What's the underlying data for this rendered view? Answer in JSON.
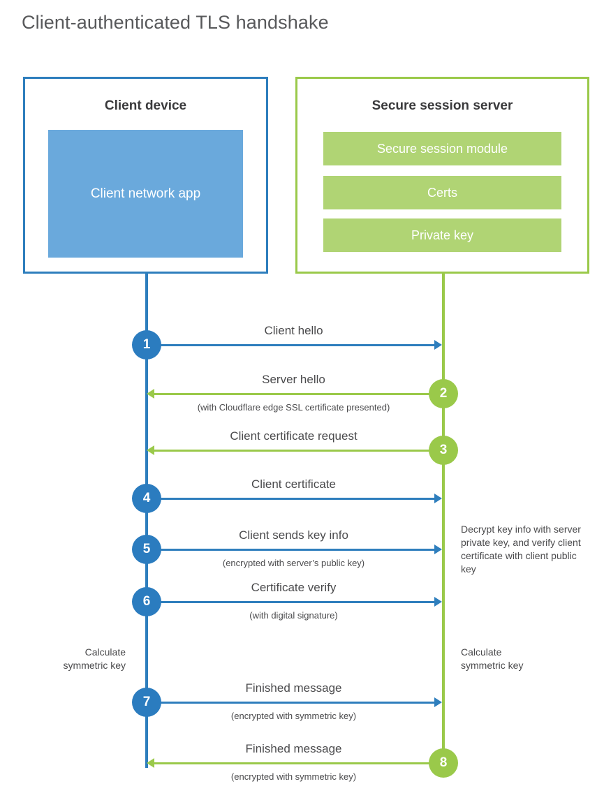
{
  "title": "Client-authenticated TLS handshake",
  "colors": {
    "client_blue": "#2e7ebd",
    "client_app_blue": "#6aa9dc",
    "badge_blue": "#2b7cbf",
    "server_green": "#9ac94a",
    "server_bar_green": "#b0d474",
    "text_grey": "#4a4a4c",
    "title_grey": "#58595b"
  },
  "client": {
    "title": "Client device",
    "app_label": "Client network app"
  },
  "server": {
    "title": "Secure session server",
    "components": [
      "Secure session module",
      "Certs",
      "Private key"
    ]
  },
  "steps": [
    {
      "number": "1",
      "label": "Client hello",
      "sublabel": "",
      "direction": "client-to-server",
      "color": "blue"
    },
    {
      "number": "2",
      "label": "Server hello",
      "sublabel": "(with Cloudflare edge SSL certificate presented)",
      "direction": "server-to-client",
      "color": "green"
    },
    {
      "number": "3",
      "label": "Client certificate request",
      "sublabel": "",
      "direction": "server-to-client",
      "color": "green"
    },
    {
      "number": "4",
      "label": "Client certificate",
      "sublabel": "",
      "direction": "client-to-server",
      "color": "blue"
    },
    {
      "number": "5",
      "label": "Client sends key info",
      "sublabel": "(encrypted with server’s public key)",
      "direction": "client-to-server",
      "color": "blue"
    },
    {
      "number": "6",
      "label": "Certificate verify",
      "sublabel": "(with digital signature)",
      "direction": "client-to-server",
      "color": "blue"
    },
    {
      "number": "7",
      "label": "Finished message",
      "sublabel": "(encrypted with symmetric key)",
      "direction": "client-to-server",
      "color": "blue"
    },
    {
      "number": "8",
      "label": "Finished message",
      "sublabel": "(encrypted with symmetric key)",
      "direction": "server-to-client",
      "color": "green"
    }
  ],
  "annotations": {
    "decrypt_note": "Decrypt key info with server private key, and verify client certificate with client public key",
    "calculate_symmetric_key_client": "Calculate symmetric key",
    "calculate_symmetric_key_server": "Calculate symmetric key"
  }
}
